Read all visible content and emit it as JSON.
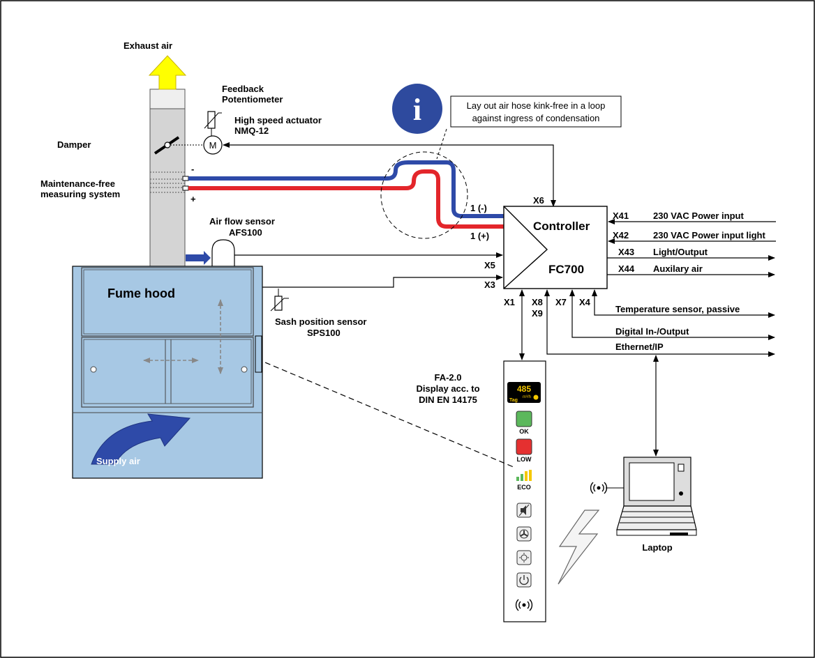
{
  "labels": {
    "exhaust_air": "Exhaust air",
    "feedback_line1": "Feedback",
    "feedback_line2": "Potentiometer",
    "actuator_line1": "High speed actuator",
    "actuator_line2": "NMQ-12",
    "motor_symbol": "M",
    "damper": "Damper",
    "measuring_line1": "Maintenance-free",
    "measuring_line2": "measuring system",
    "minus": "-",
    "plus": "+",
    "afs_line1": "Air flow sensor",
    "afs_line2": "AFS100",
    "fume_hood": "Fume hood",
    "supply_air": "Supply air",
    "sps_line1": "Sash position sensor",
    "sps_line2": "SPS100",
    "info_glyph": "i",
    "info_note_line1": "Lay out air hose kink-free in a loop",
    "info_note_line2": "against ingress of  condensation",
    "hose_minus": "1 (-)",
    "hose_plus": "1 (+)",
    "controller_title": "Controller",
    "controller_model": "FC700",
    "laptop": "Laptop",
    "display_line1": "FA-2.0",
    "display_line2": "Display acc. to",
    "display_line3": "DIN EN 14175"
  },
  "ports": {
    "x6": "X6",
    "x5": "X5",
    "x3": "X3",
    "x1": "X1",
    "x8": "X8",
    "x9": "X9",
    "x7": "X7",
    "x4": "X4",
    "x41": "X41",
    "x42": "X42",
    "x43": "X43",
    "x44": "X44"
  },
  "outputs": {
    "x41_label": "230 VAC Power input",
    "x42_label": "230 VAC Power input light",
    "x43_label": "Light/Output",
    "x44_label": "Auxilary air",
    "temperature": "Temperature sensor, passive",
    "digital": "Digital In-/Output",
    "ethernet": "Ethernet/IP"
  },
  "display_panel": {
    "value": "485",
    "unit": "m³/h",
    "mode": "Tag",
    "ok": "OK",
    "low": "LOW",
    "eco": "ECO"
  },
  "colors": {
    "hood_blue": "#a7c8e4",
    "hose_blue": "#2e4aa8",
    "hose_red": "#e3262b",
    "exhaust_yellow": "#ffff00",
    "info_circle": "#2e4a9e",
    "ok_green": "#5cb85c",
    "low_red": "#e53030",
    "display_yellow": "#f5c800"
  }
}
